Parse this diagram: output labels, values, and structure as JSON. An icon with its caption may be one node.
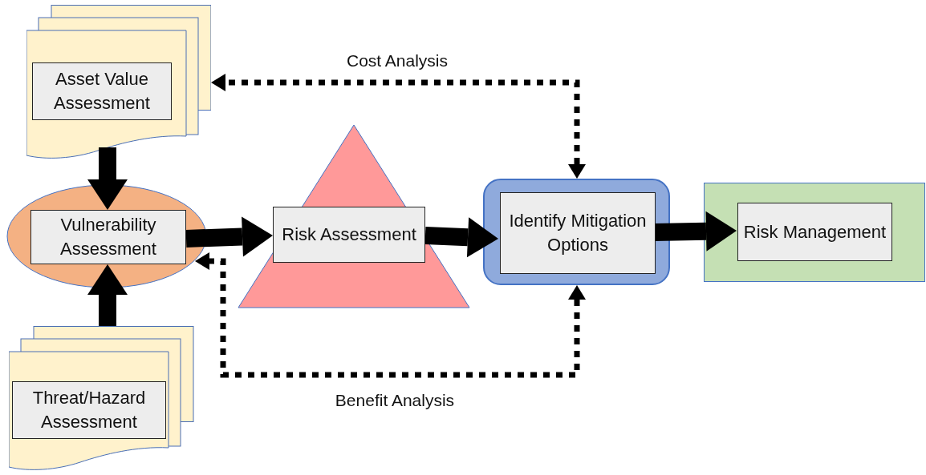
{
  "diagram": {
    "nodes": [
      {
        "text": [],
        "shape": "document"
      },
      {
        "text": [
          "Asset Value Assessment"
        ],
        "in": 0
      },
      {
        "text": [],
        "shape": "ellipse"
      },
      {
        "text": [
          "Vulnerability Assessment"
        ],
        "in": 2
      },
      {
        "text": [],
        "shape": "document"
      },
      {
        "text": [
          "Threat/Hazard Assessment"
        ],
        "in": 4
      },
      {
        "text": [],
        "shape": "triangle"
      },
      {
        "text": [
          "Risk Assessment"
        ],
        "in": 6
      },
      {
        "text": [],
        "shape": "box"
      },
      {
        "text": [
          "Identify Mitigation Options"
        ],
        "in": 8
      },
      {
        "text": [],
        "shape": "box"
      },
      {
        "text": [
          "Risk Management"
        ],
        "in": 10
      }
    ],
    "edges": [
      {
        "from": 0,
        "to": 3,
        "arrow": "to"
      },
      {
        "from": 4,
        "to": 3,
        "arrow": "to"
      },
      {
        "from": 3,
        "to": 7,
        "arrow": "to"
      },
      {
        "from": 7,
        "to": 9,
        "arrow": "to"
      },
      {
        "from": 8,
        "to": 0,
        "arrow": "both",
        "style": "dashed",
        "label": "Cost Analysis"
      },
      {
        "from": 8,
        "to": 2,
        "arrow": "both",
        "style": "dashed",
        "label": "Benefit Analysis"
      },
      {
        "from": 9,
        "to": 11,
        "arrow": "to"
      }
    ]
  }
}
